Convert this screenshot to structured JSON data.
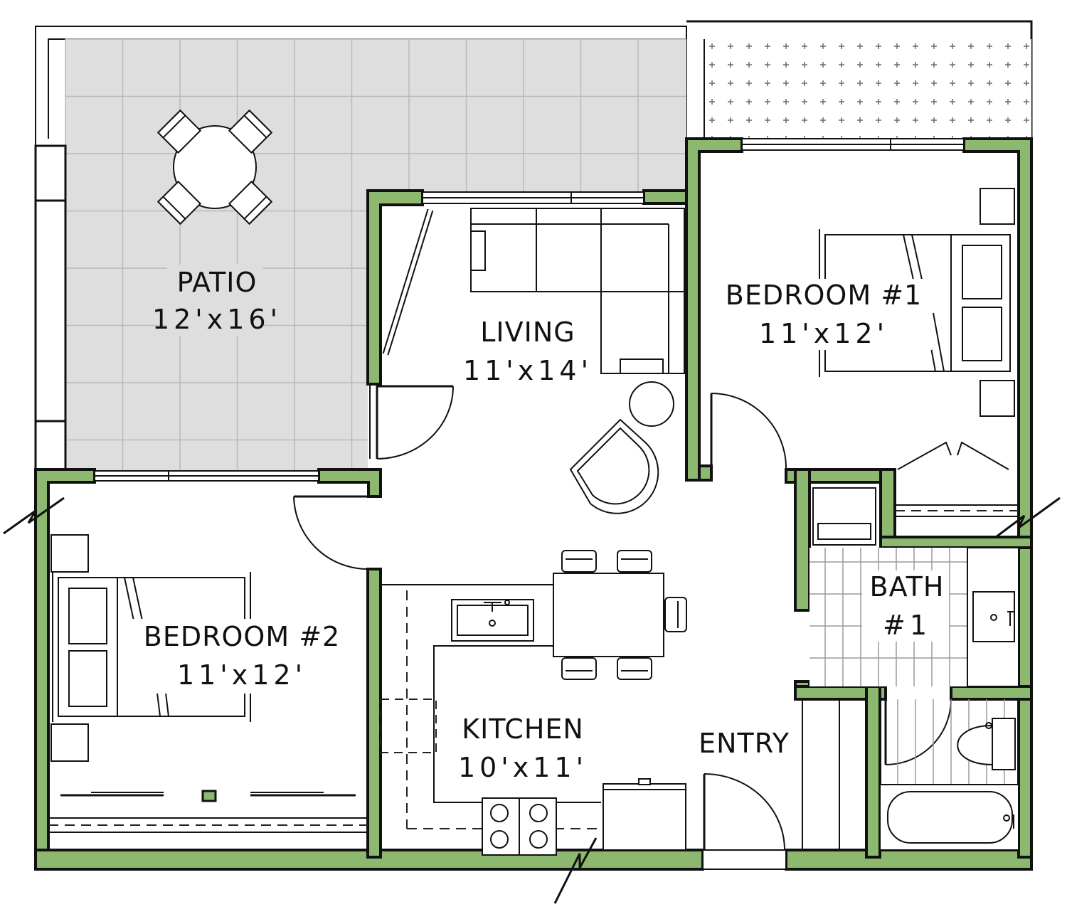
{
  "floor_plan": {
    "wall_color": "#8db870",
    "patio_fill": "#dedede",
    "rooms": {
      "patio": {
        "name": "PATIO",
        "size": "12'x16'"
      },
      "living": {
        "name": "LIVING",
        "size": "11'x14'"
      },
      "bedroom1": {
        "name": "BEDROOM #1",
        "size": "11'x12'"
      },
      "bedroom2": {
        "name": "BEDROOM #2",
        "size": "11'x12'"
      },
      "kitchen": {
        "name": "KITCHEN",
        "size": "10'x11'"
      },
      "bath": {
        "name": "BATH",
        "number": "#1"
      },
      "entry": {
        "name": "ENTRY"
      }
    }
  }
}
